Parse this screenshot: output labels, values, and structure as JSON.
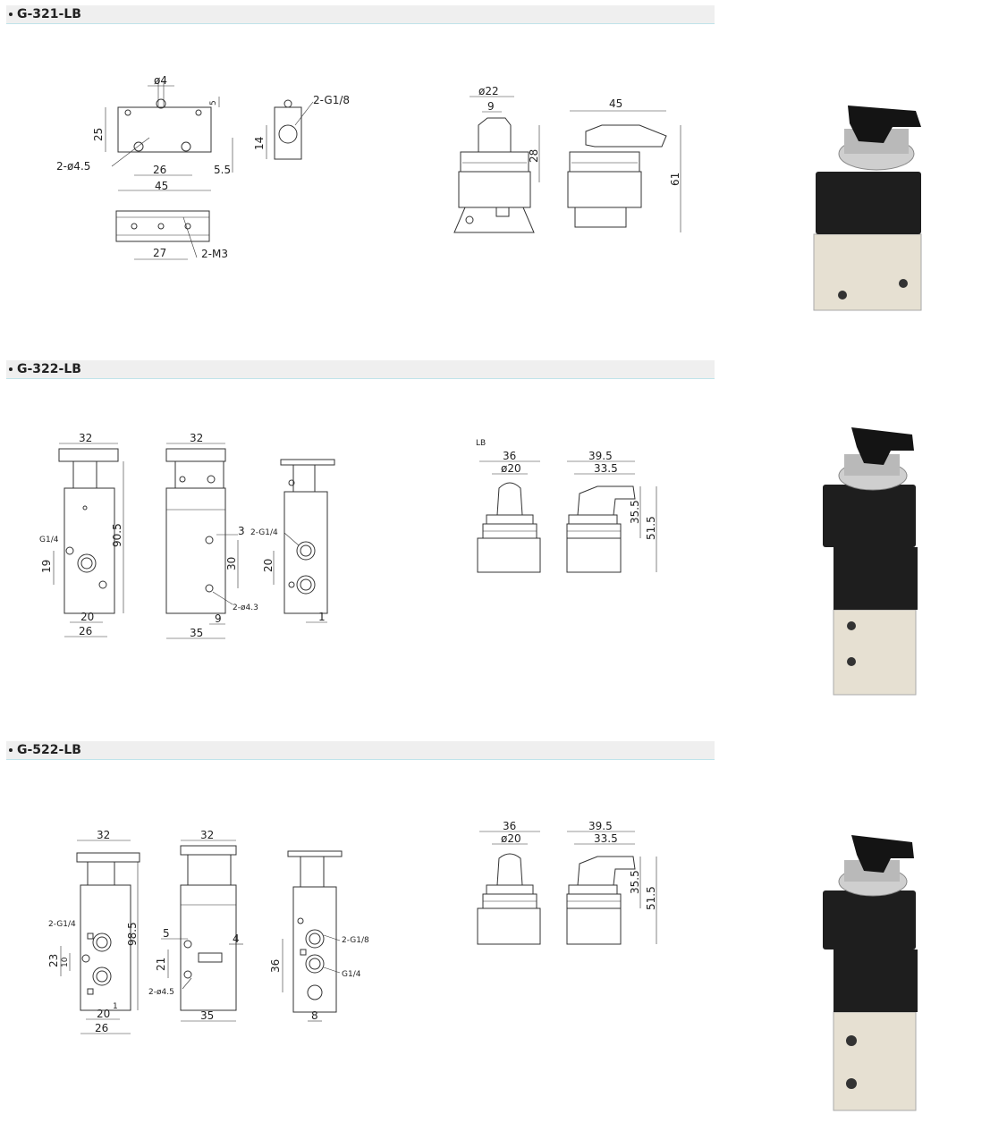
{
  "sections": [
    {
      "title": "G-321-LB",
      "labels": {
        "phi4": "ø4",
        "d5": "5",
        "d25": "25",
        "hole": "2-ø4.5",
        "d26": "26",
        "d45": "45",
        "d5_5": "5.5",
        "m3": "2-M3",
        "d27": "27",
        "g18": "2-G1/8",
        "d14": "14",
        "phi22": "ø22",
        "d9": "9",
        "d28": "28",
        "h45": "45",
        "d61": "61"
      }
    },
    {
      "title": "G-322-LB",
      "labels": {
        "w32a": "32",
        "g14": "G1/4",
        "d19": "19",
        "h90_5": "90.5",
        "d20": "20",
        "d26": "26",
        "w32b": "32",
        "d3": "3",
        "d30": "30",
        "hole": "2-ø4.3",
        "d9": "9",
        "d35": "35",
        "g14b": "2-G1/4",
        "d20b": "20",
        "d1": "1",
        "lb": "LB",
        "d36": "36",
        "phi20": "ø20",
        "d39_5": "39.5",
        "d33_5": "33.5",
        "d35_5": "35.5",
        "d51_5": "51.5"
      }
    },
    {
      "title": "G-522-LB",
      "labels": {
        "w32a": "32",
        "g14a": "2-G1/4",
        "d23": "23",
        "d10": "10",
        "h98_5": "98.5",
        "d20": "20",
        "d1": "1",
        "d26": "26",
        "w32b": "32",
        "d5": "5",
        "d21": "21",
        "d4": "4",
        "hole": "2-ø4.5",
        "d35": "35",
        "d36": "36",
        "g18": "2-G1/8",
        "g14": "G1/4",
        "d8": "8",
        "d36b": "36",
        "phi20": "ø20",
        "d39_5": "39.5",
        "d33_5": "33.5",
        "d35_5": "35.5",
        "d51_5": "51.5"
      }
    }
  ],
  "colors": {
    "header_bg": "#efefef",
    "header_line": "#bfe3ea",
    "body_black": "#1e1e1e",
    "body_aluminium": "#e6e0d2"
  }
}
